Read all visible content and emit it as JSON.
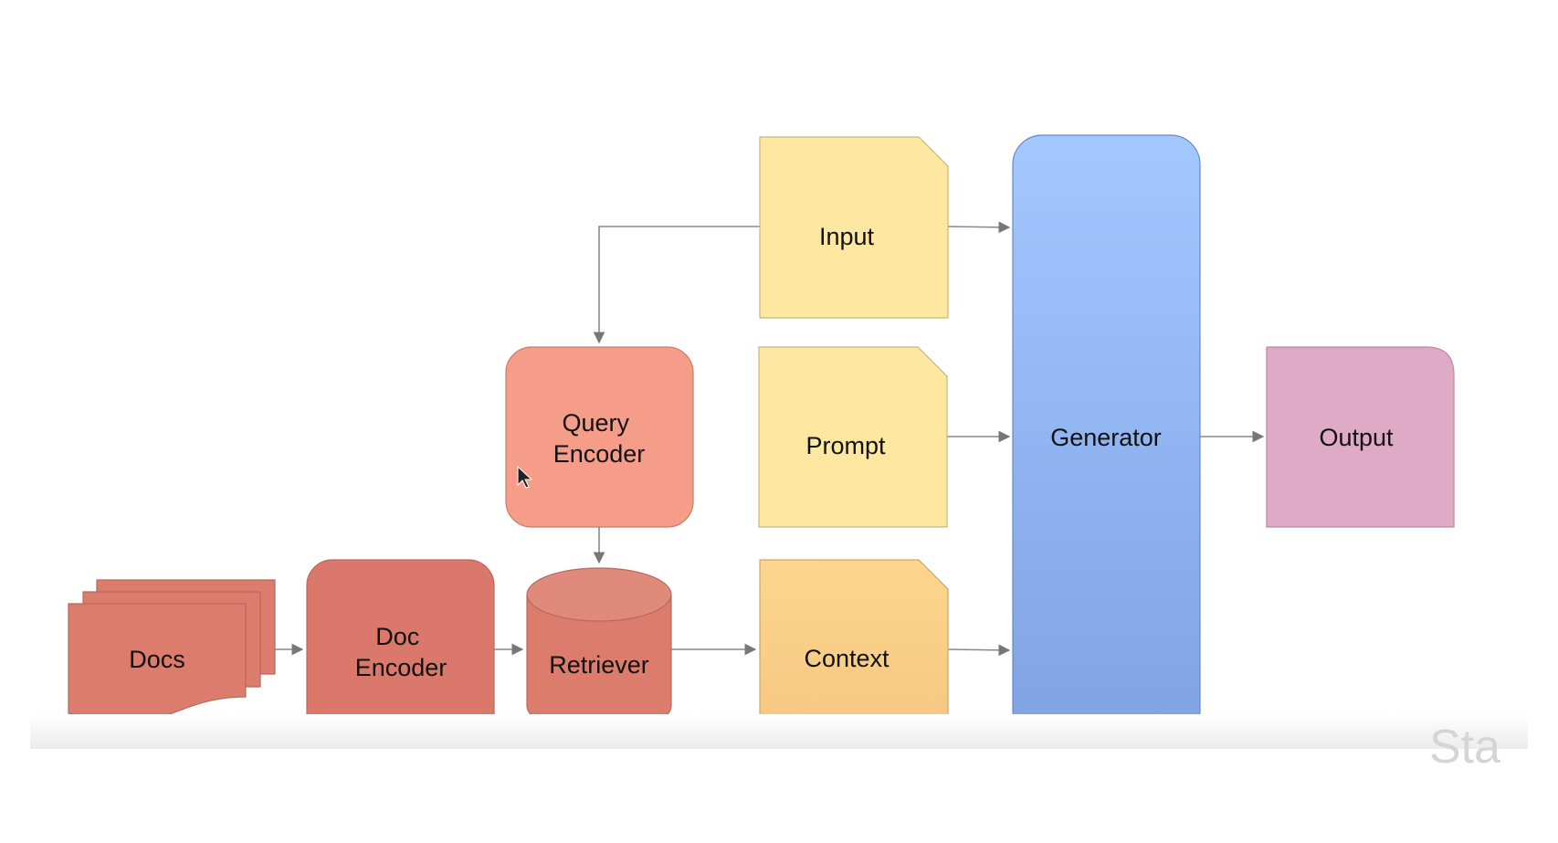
{
  "diagram": {
    "nodes": {
      "docs": {
        "label": "Docs"
      },
      "doc_encoder": {
        "label_line1": "Doc",
        "label_line2": "Encoder"
      },
      "retriever": {
        "label": "Retriever"
      },
      "query_encoder": {
        "label_line1": "Query",
        "label_line2": "Encoder"
      },
      "input": {
        "label": "Input"
      },
      "prompt": {
        "label": "Prompt"
      },
      "context": {
        "label": "Context"
      },
      "generator": {
        "label": "Generator"
      },
      "output": {
        "label": "Output"
      }
    },
    "edges": [
      {
        "from": "docs",
        "to": "doc_encoder"
      },
      {
        "from": "doc_encoder",
        "to": "retriever"
      },
      {
        "from": "input",
        "to": "query_encoder"
      },
      {
        "from": "query_encoder",
        "to": "retriever"
      },
      {
        "from": "retriever",
        "to": "context"
      },
      {
        "from": "input",
        "to": "generator"
      },
      {
        "from": "prompt",
        "to": "generator"
      },
      {
        "from": "context",
        "to": "generator"
      },
      {
        "from": "generator",
        "to": "output"
      }
    ],
    "colors": {
      "docs": "#db7c6c",
      "encoder": "#d9786b",
      "query_encoder": "#f69d8a",
      "input_prompt": "#fde7a1",
      "context": "#f9cd86",
      "generator_top": "#a3c8ff",
      "generator_bottom": "#7fa2e4",
      "output": "#dfaac5"
    }
  },
  "watermark": {
    "text": "Sta"
  }
}
